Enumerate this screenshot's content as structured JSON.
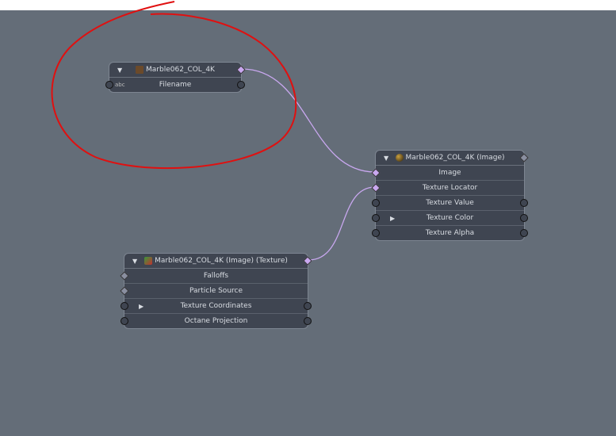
{
  "nodes": [
    {
      "title": "Marble062_COL_4K",
      "rows": [
        "Filename"
      ],
      "tag": "abc"
    },
    {
      "title": "Marble062_COL_4K (Image)",
      "rows": [
        "Image",
        "Texture Locator",
        "Texture Value",
        "Texture Color",
        "Texture Alpha"
      ]
    },
    {
      "title": "Marble062_COL_4K (Image) (Texture)",
      "rows": [
        "Falloffs",
        "Particle Source",
        "Texture Coordinates",
        "Octane Projection"
      ]
    }
  ],
  "colors": {
    "background": "#646d78",
    "wire": "#c9a8f0",
    "annotation": "#e01010"
  }
}
